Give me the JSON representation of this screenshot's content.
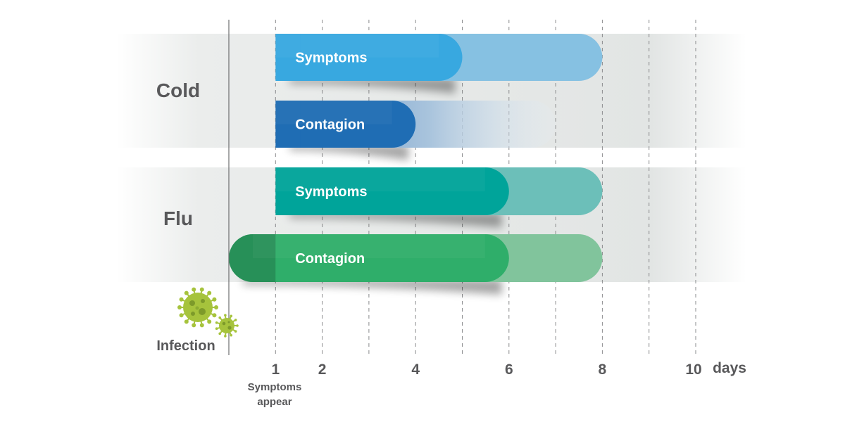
{
  "chart_data": {
    "type": "bar",
    "subtype": "timeline-range",
    "unit_label": "days",
    "x_ticks": [
      1,
      2,
      4,
      6,
      8,
      10
    ],
    "xlim": [
      0,
      11
    ],
    "groups": [
      {
        "name": "Cold",
        "bars": [
          {
            "label": "Symptoms",
            "start": 1,
            "solid_end": 5,
            "end": 8,
            "fade": false,
            "color": "#38a8e0",
            "light_color": "#86c1e2"
          },
          {
            "label": "Contagion",
            "start": 1,
            "solid_end": 4,
            "end": 7,
            "fade": true,
            "color": "#1f6db4",
            "light_color": "#dfe9f1"
          }
        ]
      },
      {
        "name": "Flu",
        "bars": [
          {
            "label": "Symptoms",
            "start": 1,
            "solid_end": 6,
            "end": 8,
            "fade": false,
            "color": "#00a49a",
            "light_color": "#6cbfb9"
          },
          {
            "label": "Contagion",
            "start": 0,
            "solid_end": 6,
            "end": 8,
            "fade": false,
            "color": "#2fae6a",
            "light_color": "#81c49c"
          }
        ]
      }
    ],
    "annotations": {
      "infection": "Infection",
      "symptoms_appear": [
        "Symptoms",
        "appear"
      ]
    }
  }
}
